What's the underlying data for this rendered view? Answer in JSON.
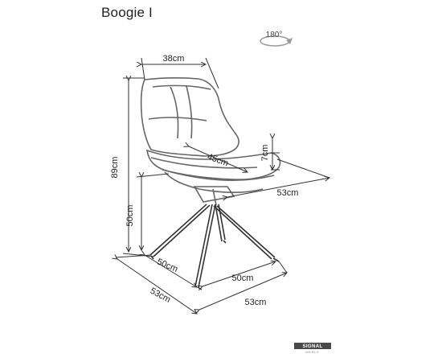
{
  "title": "Boogie I",
  "rotation": {
    "label": "180°",
    "icon": "rotate-arrow-icon"
  },
  "dimensions": {
    "seat_width_top": "38cm",
    "total_height": "89cm",
    "seat_depth": "45cm",
    "cushion_thickness": "7cm",
    "seat_side": "53cm",
    "seat_height": "50cm",
    "base_depth": "50cm",
    "base_width": "50cm",
    "footprint_depth": "53cm",
    "footprint_width": "53cm"
  },
  "brand": {
    "name": "SIGNAL",
    "sub": "MEBLE"
  },
  "colors": {
    "ink": "#222222",
    "line": "#333333",
    "soft": "#9a9a9a"
  }
}
